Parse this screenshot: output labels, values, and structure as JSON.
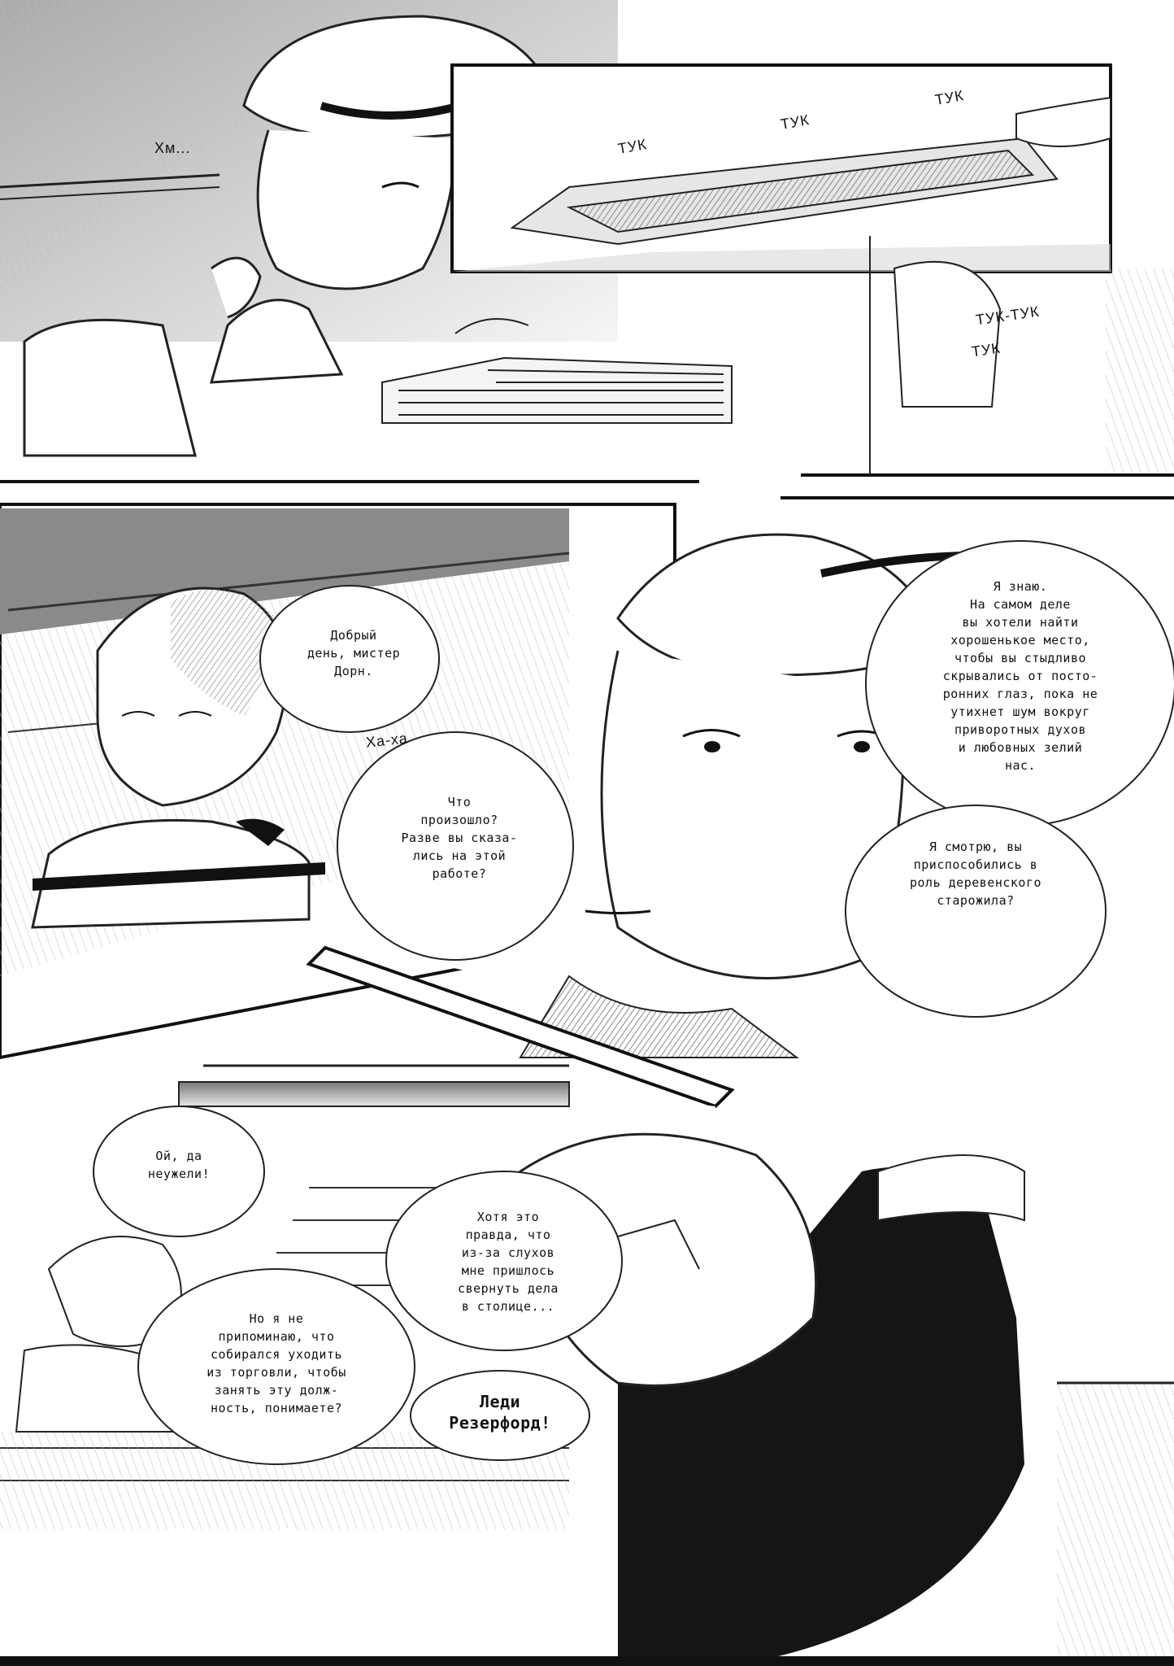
{
  "panel1": {
    "sfx": "Хм..."
  },
  "panel2": {
    "sfx": [
      "ТУК",
      "ТУК",
      "ТУК"
    ]
  },
  "panel3": {
    "sfx": [
      "ТУК-ТУК",
      "ТУК"
    ]
  },
  "panel4": {
    "bubble": "Добрый\nдень, мистер\nДорн.",
    "sfx": "Ха-ха"
  },
  "panel5": {
    "bubble_left": "Что\nпроизошло?\nРазве вы сказа-\nлись на этой\nработе?",
    "bubble_right_top": "Я знаю.\nНа самом деле\nвы хотели найти\nхорошенькое место,\nчтобы вы стыдливо\nскрывались от посто-\nронних глаз, пока не\nутихнет шум вокруг\nприворотных духов\nи любовных зелий\nнас.",
    "bubble_right_bottom": "Я смотрю, вы\nприспособились в\nроль деревенского\nстарожила?"
  },
  "panel6": {
    "bubble_top": "Ой, да\nнеужели!",
    "bubble_mid": "Хотя это\nправда, что\nиз-за слухов\nмне пришлось\nсвернуть дела\nв столице...",
    "bubble_low": "Но я не\nприпоминаю, что\nсобирался уходить\nиз торговли, чтобы\nзанять эту долж-\nность, понимаете?",
    "shout": "Леди\nРезерфорд!"
  },
  "colors": {
    "ink": "#111111",
    "screen": "#9a9a9a",
    "paper": "#ffffff"
  }
}
